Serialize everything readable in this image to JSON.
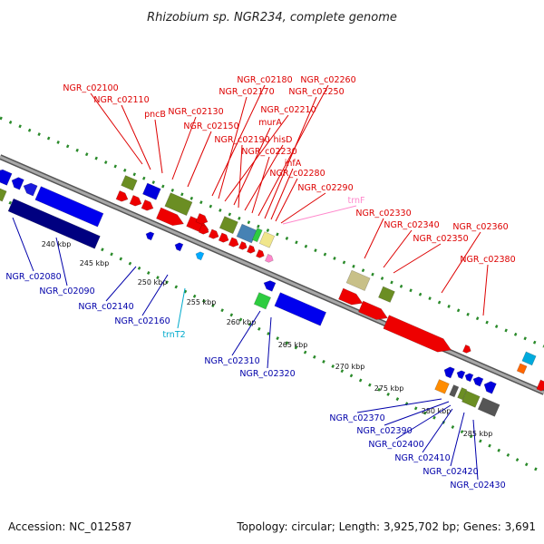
{
  "title": "Rhizobium sp. NGR234, complete genome",
  "footer": {
    "accession": "Accession: NC_012587",
    "summary": "Topology: circular; Length: 3,925,702 bp; Genes: 3,691"
  },
  "colors": {
    "forward_label": "#dd0000",
    "reverse_label": "#0000aa",
    "rna_label": "#00aacc",
    "trna_forward_label": "#ff88cc",
    "backbone": "#8c8c8c",
    "dots": "#2a8a2a"
  },
  "ticks": [
    "240 kbp",
    "245 kbp",
    "250 kbp",
    "255 kbp",
    "260 kbp",
    "265 kbp",
    "270 kbp",
    "275 kbp",
    "280 kbp",
    "285 kbp"
  ],
  "forward_labels": [
    "NGR_c02100",
    "NGR_c02110",
    "pncB",
    "NGR_c02130",
    "NGR_c02150",
    "NGR_c02180",
    "NGR_c02170",
    "NGR_c02210",
    "murA",
    "NGR_c02190",
    "hisD",
    "NGR_c02230",
    "NGR_c02260",
    "NGR_c02250",
    "infA",
    "NGR_c02280",
    "NGR_c02290",
    "NGR_c02330",
    "NGR_c02340",
    "NGR_c02350",
    "NGR_c02360",
    "NGR_c02380"
  ],
  "forward_rna_labels": [
    "trnF"
  ],
  "reverse_labels": [
    "NGR_c02080",
    "NGR_c02090",
    "NGR_c02140",
    "NGR_c02160",
    "NGR_c02310",
    "NGR_c02320",
    "NGR_c02370",
    "NGR_c02390",
    "NGR_c02400",
    "NGR_c02410",
    "NGR_c02420",
    "NGR_c02430"
  ],
  "reverse_rna_labels": [
    "trnT2"
  ]
}
